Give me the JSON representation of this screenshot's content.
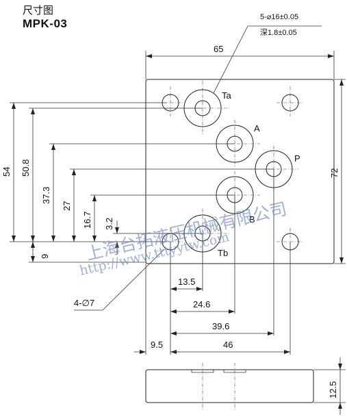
{
  "header": {
    "title_cn": "尺寸图",
    "model": "MPK-03"
  },
  "callouts": {
    "port_holes_spec": "5-⌀16±0.05",
    "port_depth_spec": "深1.8±0.05",
    "mount_holes_spec": "4-∅7"
  },
  "ports": {
    "ta": "Ta",
    "a": "A",
    "p": "P",
    "b": "B",
    "tb": "Tb"
  },
  "dimensions": {
    "width_65": "65",
    "height_72": "72",
    "v_54": "54",
    "v_50_8": "50.8",
    "v_37_3": "37.3",
    "v_27": "27",
    "v_16_7": "16.7",
    "v_3_2": "3.2",
    "v_9": "9",
    "h_13_5": "13.5",
    "h_24_6": "24.6",
    "h_39_6": "39.6",
    "h_9_5": "9.5",
    "h_46": "46",
    "thickness_12_5": "12.5"
  },
  "watermark": {
    "company": "上海台拓液压机械有限公司",
    "url": "http://www.tttyytw.com"
  }
}
